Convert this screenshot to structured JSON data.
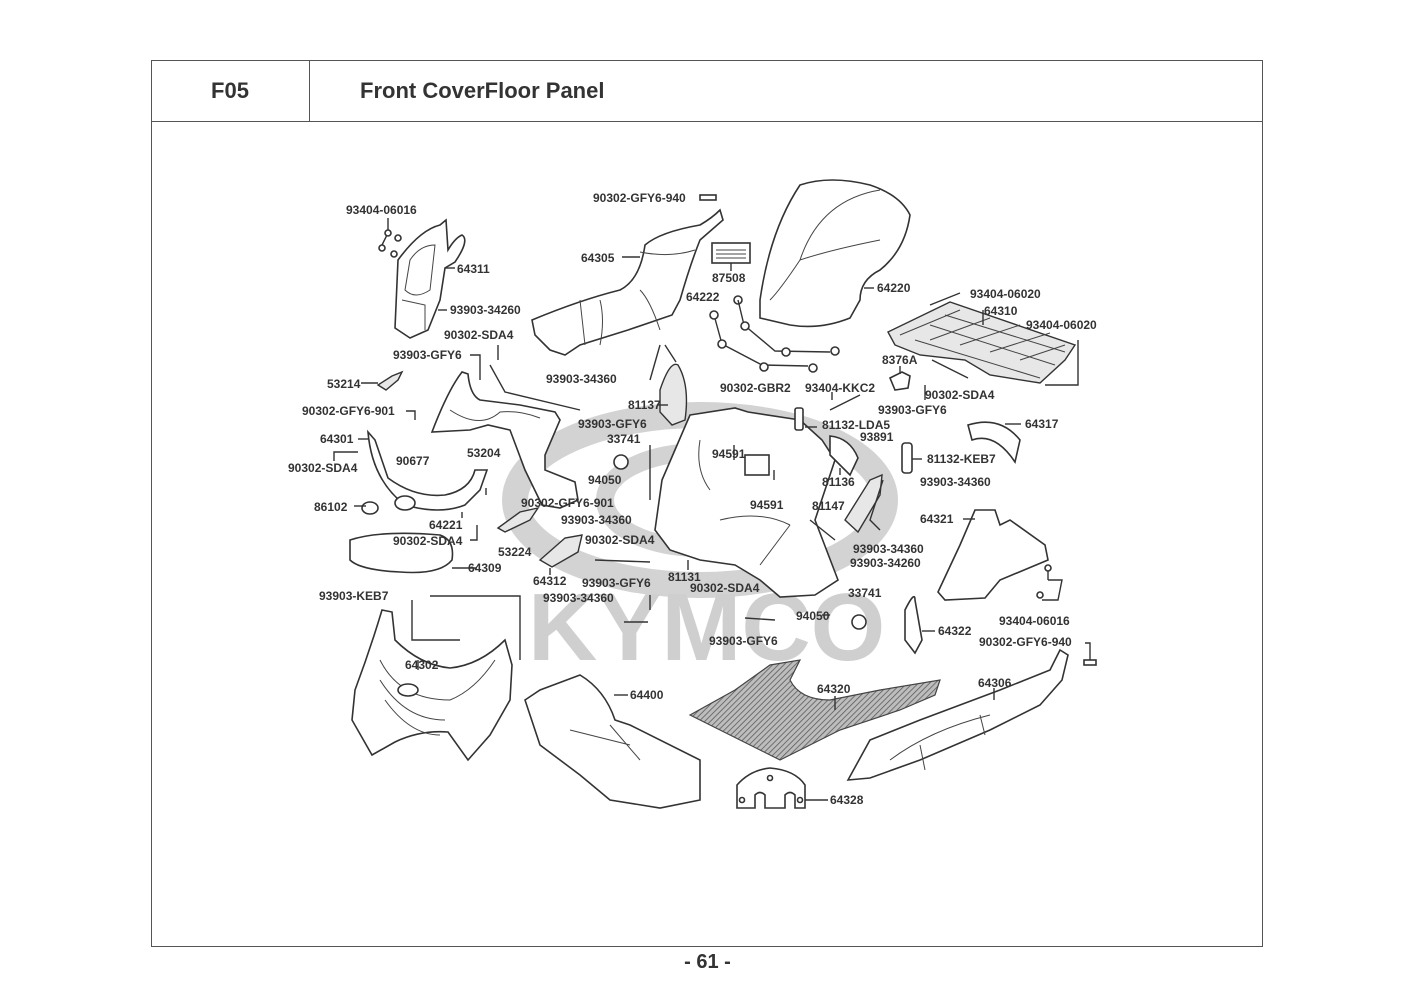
{
  "header": {
    "section_code": "F05",
    "title": "Front CoverFloor Panel"
  },
  "watermark": "KYMCO",
  "page_number": "- 61 -",
  "labels": {
    "l93404_06016_a": "93404-06016",
    "l64311": "64311",
    "l93903_34260_a": "93903-34260",
    "l90302_SDA4_a": "90302-SDA4",
    "l93903_GFY6_a": "93903-GFY6",
    "l90302_GFY6_940_a": "90302-GFY6-940",
    "l64305": "64305",
    "l87508": "87508",
    "l64222": "64222",
    "l64220": "64220",
    "l93404_06020_a": "93404-06020",
    "l64310": "64310",
    "l93404_06020_b": "93404-06020",
    "l8376A": "8376A",
    "l90302_SDA4_b": "90302-SDA4",
    "l93903_GFY6_b": "93903-GFY6",
    "l90302_GBR2": "90302-GBR2",
    "l93404_KKC2": "93404-KKC2",
    "l93903_34360_a": "93903-34360",
    "l53214": "53214",
    "l90302_GFY6_901_a": "90302-GFY6-901",
    "l64301": "64301",
    "l90302_SDA4_c": "90302-SDA4",
    "l90677": "90677",
    "l53204": "53204",
    "l86102": "86102",
    "l64221": "64221",
    "l90302_SDA4_d": "90302-SDA4",
    "l81137": "81137",
    "l93903_GFY6_c": "93903-GFY6",
    "l33741_a": "33741",
    "l94050_a": "94050",
    "l90302_GFY6_901_b": "90302-GFY6-901",
    "l93903_34360_b": "93903-34360",
    "l94591_a": "94591",
    "l94591_b": "94591",
    "l81132_LDA5": "81132-LDA5",
    "l93891": "93891",
    "l81136": "81136",
    "l81147": "81147",
    "l64317": "64317",
    "l81132_KEB7": "81132-KEB7",
    "l93903_34360_c": "93903-34360",
    "l64321": "64321",
    "l93903_34360_d": "93903-34360",
    "l93903_34260_b": "93903-34260",
    "l53224": "53224",
    "l90302_SDA4_e": "90302-SDA4",
    "l64309": "64309",
    "l64312": "64312",
    "l93903_GFY6_d": "93903-GFY6",
    "l81131": "81131",
    "l90302_SDA4_f": "90302-SDA4",
    "l93903_KEB7": "93903-KEB7",
    "l93903_34360_e": "93903-34360",
    "l94050_b": "94050",
    "l33741_b": "33741",
    "l93903_GFY6_e": "93903-GFY6",
    "l64322": "64322",
    "l93404_06016_b": "93404-06016",
    "l90302_GFY6_940_b": "90302-GFY6-940",
    "l64302": "64302",
    "l64400": "64400",
    "l64320": "64320",
    "l64306": "64306",
    "l64328": "64328"
  }
}
